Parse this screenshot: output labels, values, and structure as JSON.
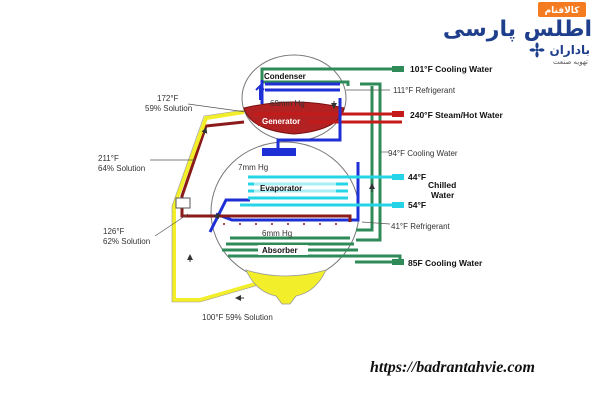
{
  "labels": {
    "condenser": "Condenser",
    "generator": "Generator",
    "evaporator": "Evaporator",
    "absorber": "Absorber",
    "p69": "69mm Hg",
    "p7": "7mm Hg",
    "p6": "6mm Hg",
    "t172": "172°F",
    "s59a": "59% Solution",
    "t211": "211°F",
    "s64": "64% Solution",
    "t126": "126°F",
    "s62": "62% Solution",
    "bottom": "100°F 59% Solution",
    "cw101": "101°F Cooling Water",
    "ref111": "111°F Refrigerant",
    "steam240": "240°F Steam/Hot Water",
    "cw94": "94°F Cooling Water",
    "t44": "44°F",
    "t54": "54°F",
    "chilled1": "Chilled",
    "chilled2": "Water",
    "ref41": "41°F Refrigerant",
    "cw85": "85F Cooling Water"
  },
  "logo": {
    "badge": "کالافنام",
    "name": "اطلس پارسی",
    "sub_name": "باداران",
    "sub_tag": "تهویه صنعت"
  },
  "url": "https://badrantahvie.com",
  "colors": {
    "cooling_water": "#2e8b57",
    "refrigerant_blue": "#1e2fd6",
    "steam_red": "#c41a1a",
    "solution_yellow": "#f2ee2a",
    "chilled_cyan": "#25d4e6",
    "shell_red": "#b22222"
  }
}
